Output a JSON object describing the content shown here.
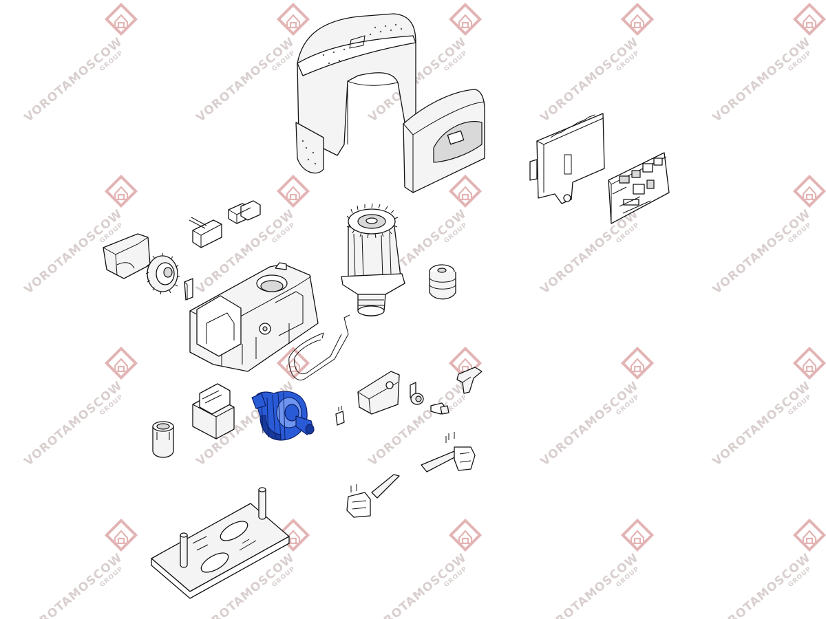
{
  "watermark": {
    "text": "VOROTAMOSCOW",
    "sub": "GROUP",
    "color": "#d9cfcf",
    "logo_color": "#e3b4b4"
  },
  "highlight_color": "#2a5bd7",
  "parts": [
    {
      "name": "top-cover",
      "highlighted": false
    },
    {
      "name": "front-cover",
      "highlighted": false
    },
    {
      "name": "control-board-bracket",
      "highlighted": false
    },
    {
      "name": "control-board",
      "highlighted": false
    },
    {
      "name": "terminal-block",
      "highlighted": false
    },
    {
      "name": "connector-pair",
      "highlighted": false
    },
    {
      "name": "pinion-cover",
      "highlighted": false
    },
    {
      "name": "drive-pinion",
      "highlighted": false
    },
    {
      "name": "clip",
      "highlighted": false
    },
    {
      "name": "gear-housing",
      "highlighted": false
    },
    {
      "name": "motor",
      "highlighted": false
    },
    {
      "name": "pulley",
      "highlighted": false
    },
    {
      "name": "gasket",
      "highlighted": false
    },
    {
      "name": "transformer",
      "highlighted": false
    },
    {
      "name": "worm-gear",
      "highlighted": true
    },
    {
      "name": "capacitor",
      "highlighted": false
    },
    {
      "name": "release-cover",
      "highlighted": false
    },
    {
      "name": "lock-cylinder",
      "highlighted": false
    },
    {
      "name": "key",
      "highlighted": false
    },
    {
      "name": "release-lever",
      "highlighted": false
    },
    {
      "name": "small-connector",
      "highlighted": false
    },
    {
      "name": "limit-switch-right",
      "highlighted": false
    },
    {
      "name": "limit-switch-left",
      "highlighted": false
    },
    {
      "name": "mounting-plate",
      "highlighted": false
    }
  ]
}
